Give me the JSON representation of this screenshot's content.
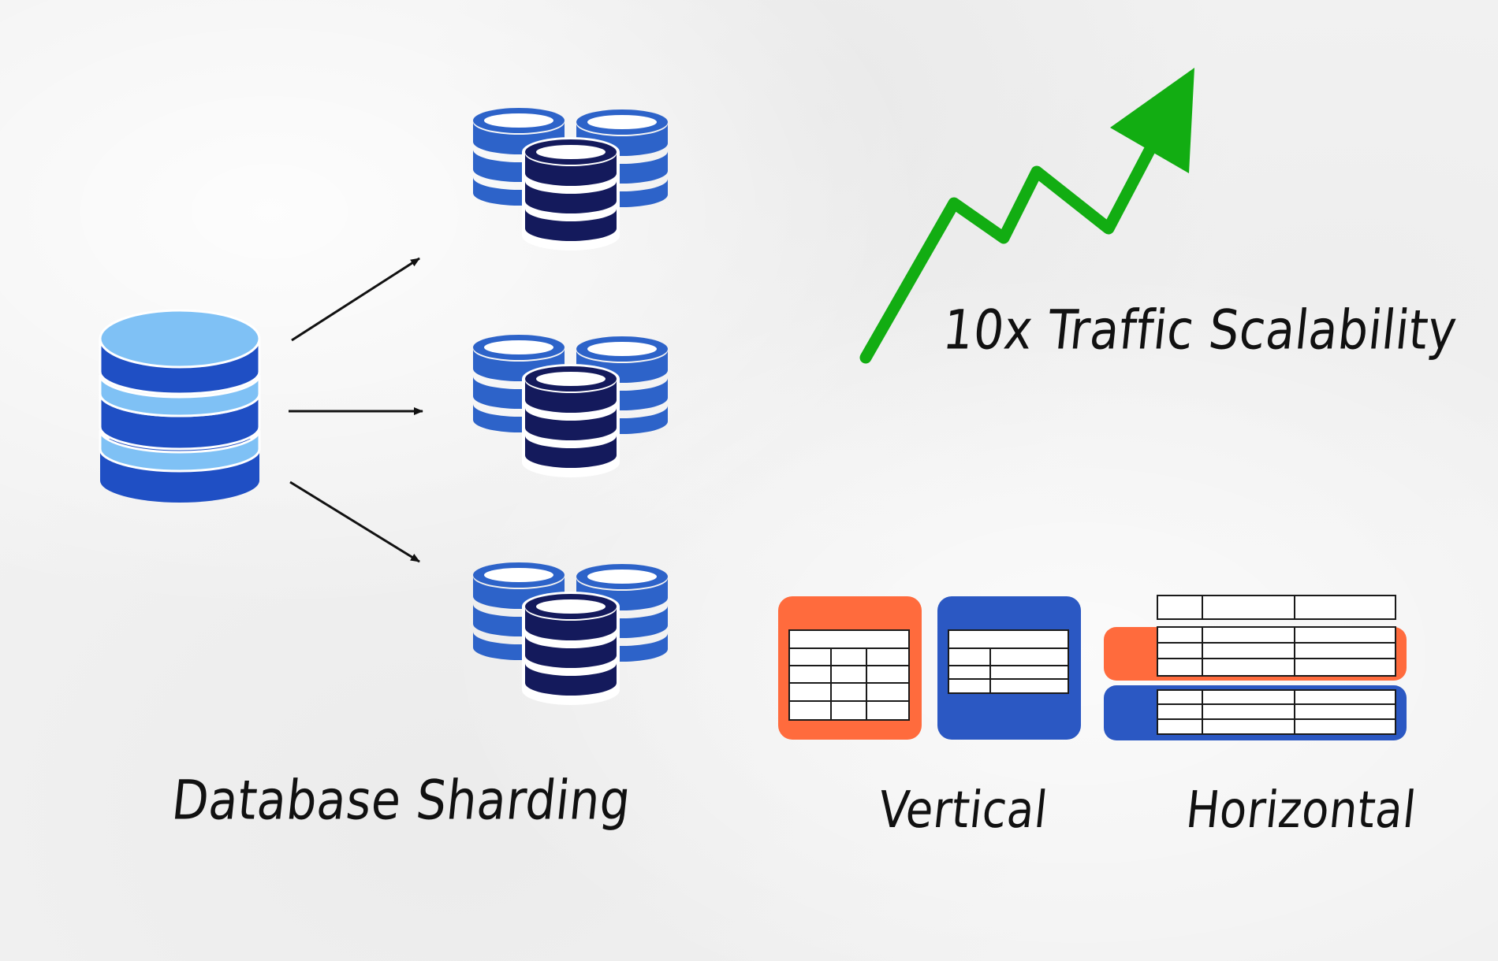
{
  "labels": {
    "database_sharding": "Database Sharding",
    "traffic_scalability": "10x Traffic Scalability",
    "vertical": "Vertical",
    "horizontal": "Horizontal"
  },
  "colors": {
    "primary_db_blue": "#1f4fc4",
    "primary_db_light": "#7fc1f5",
    "shard_blue": "#2d63c9",
    "shard_dark": "#141a5c",
    "growth_green": "#12ad12",
    "vertical_orange": "#ff6b3d",
    "table_blue": "#2b58c3",
    "arrow_black": "#111111"
  },
  "icons": {
    "source_database": "database-icon",
    "shard_cluster": "database-cluster-icon",
    "growth_arrow": "trend-up-arrow-icon",
    "vertical_partition": "vertical-partition-icon",
    "horizontal_partition": "horizontal-partition-icon"
  }
}
